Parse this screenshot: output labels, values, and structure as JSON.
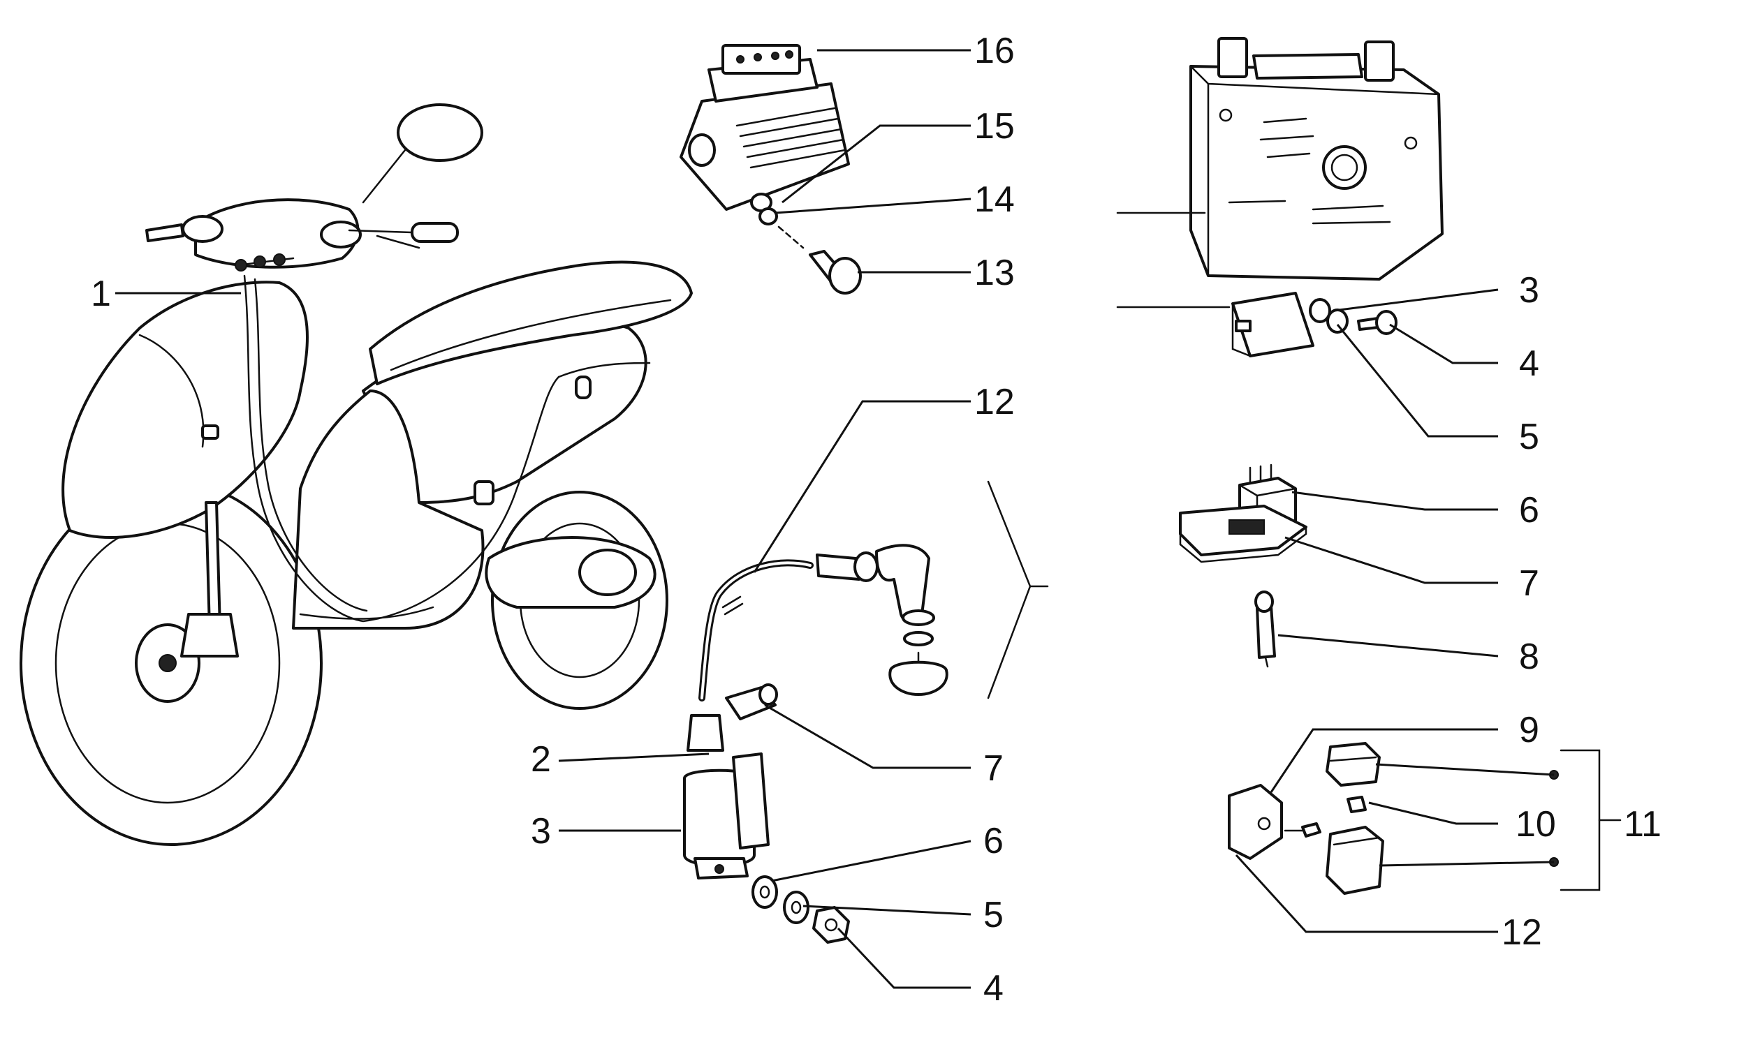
{
  "callouts": {
    "scooter_harness": "1",
    "cap_2": "2",
    "coil_3": "3",
    "fuse_7": "7",
    "washer_6": "6",
    "washer_5": "5",
    "nut_4": "4",
    "hv_cable_12": "12",
    "regulator_16": "16",
    "washer_15": "15",
    "nut_14": "14",
    "screw_13": "13",
    "relay_washer_3": "3",
    "relay_screw_4": "4",
    "relay_washer_5": "5",
    "relay_6": "6",
    "relay_base_7": "7",
    "bulb_8": "8",
    "fusebox_bracket_9": "9",
    "fusebox_10": "10",
    "fusebox_11": "11",
    "fusebox_screw_12": "12"
  }
}
